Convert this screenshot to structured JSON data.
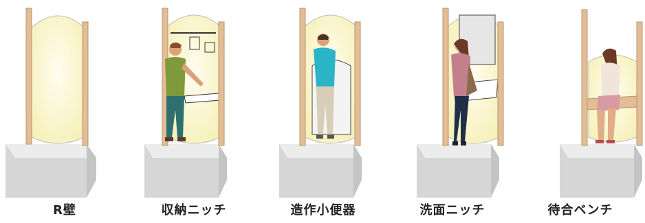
{
  "items": [
    {
      "label": "R壁",
      "feature": "curved-wall",
      "figure": "none"
    },
    {
      "label": "収納ニッチ",
      "feature": "storage-niche",
      "figure": "man-green-shirt"
    },
    {
      "label": "造作小便器",
      "feature": "custom-urinal",
      "figure": "man-blue-shirt"
    },
    {
      "label": "洗面ニッチ",
      "feature": "washbasin-niche",
      "figure": "woman-pink-top"
    },
    {
      "label": "待合ベンチ",
      "feature": "waiting-bench",
      "figure": "woman-seated"
    }
  ],
  "colors": {
    "niche_glow": "#fbf6cf",
    "wood_post": "#e3bd96",
    "base_top": "#ececec",
    "base_front": "#d6d6d6",
    "base_side": "#c4c4c4"
  }
}
